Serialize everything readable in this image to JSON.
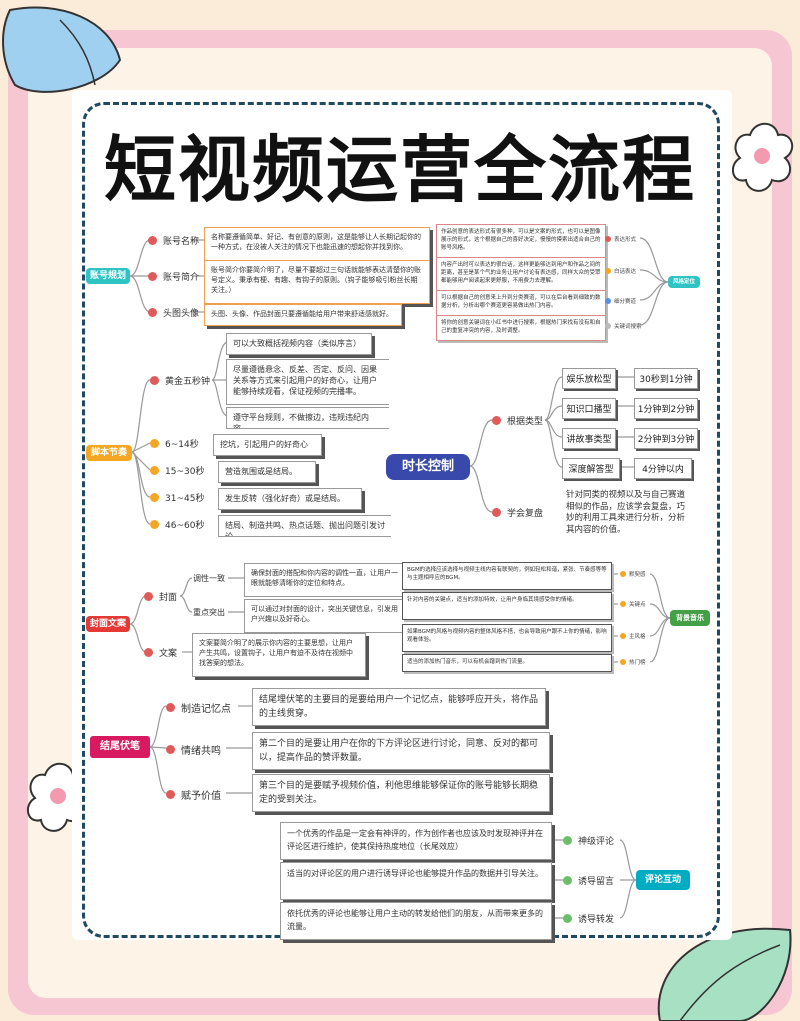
{
  "title": "短视频运营全流程",
  "colors": {
    "account": "#2ec4c4",
    "script": "#f5a623",
    "cover": "#e53935",
    "duration": "#3949ab",
    "ending": "#d81b60",
    "comment": "#00acc1",
    "bgm": "#43a047"
  },
  "account": {
    "hub": "账号规划",
    "items": [
      {
        "label": "账号名称",
        "text": "名称要遵循简单、好记、有创意的原则，这是能够让人长期记起你的一种方式，在没被人关注的情况下也能迅速的想起你并找到你。"
      },
      {
        "label": "账号简介",
        "text": "账号简介你要简介明了，尽量不要超过三句话就能够表达清楚你的账号定义。秉承有梗、有趣、有钩子的原则。（钩子能够吸引粉丝长期关注。）"
      },
      {
        "label": "头图头像",
        "text": "头图、头像、作品封面只要遵循能给用户带来舒适感就好。"
      }
    ]
  },
  "style": {
    "hub": "风格定位",
    "items": [
      {
        "label": "表达形式",
        "text": "作品创意的表达形式有很多种，可以是文案的形式，也可以是图像展示的形式，这个根据自己的喜好决定，慢慢的摸索出适合自己的账号风格。"
      },
      {
        "label": "白话表达",
        "text": "内容产出时可以表达的很白话，这样更能够达到用户和作品之间的距离，甚至是某个气的业务让用户讨论有表达感，同样大众的受眾都能够用户阅读起来更舒服，不用费力去理解。"
      },
      {
        "label": "细分赛道",
        "text": "可以根据自己的创意来上升到分类赛道，可以在后台看到细致的数据分析，分析出哪个赛道更容易做出热门内容。"
      },
      {
        "label": "关键词搜索",
        "text": "将你的创意关键词在小红书中进行搜索，根据热门来找有没有和自己的重复冲突的内容，及时调整。"
      }
    ]
  },
  "script": {
    "hub": "脚本节奏",
    "golden": {
      "label": "黄金五秒钟",
      "texts": [
        "可以大致概括视频内容（类似序言）",
        "尽量遵循悬念、反差、否定、反问、因果关系等方式来引起用户的好奇心，让用户能够持续观看，保证视频的完播率。",
        "遵守平台规则，不做擦边，违规违纪内容。"
      ]
    },
    "ranges": [
      {
        "label": "6~14秒",
        "text": "挖坑，引起用户的好奇心"
      },
      {
        "label": "15~30秒",
        "text": "营造氛围或是结局。"
      },
      {
        "label": "31~45秒",
        "text": "发生反转（强化好奇）或是结局。"
      },
      {
        "label": "46~60秒",
        "text": "结局、制造共鸣、热点话题、抛出问题引发讨论"
      }
    ]
  },
  "duration": {
    "hub": "时长控制",
    "by_type": {
      "label": "根据类型",
      "types": [
        {
          "label": "娱乐放松型",
          "range": "30秒到1分钟"
        },
        {
          "label": "知识口播型",
          "range": "1分钟到2分钟"
        },
        {
          "label": "讲故事类型",
          "range": "2分钟到3分钟"
        },
        {
          "label": "深度解答型",
          "range": "4分钟以内"
        }
      ]
    },
    "review": {
      "label": "学会复盘",
      "text": "针对同类的视频以及与自己赛道相似的作品，应该学会复盘，巧妙的利用工具来进行分析，分析其内容的价值。"
    }
  },
  "cover": {
    "hub": "封面文案",
    "cover_label": "封面",
    "cover_items": [
      {
        "label": "调性一致",
        "text": "确保封面的搭配和你内容的调性一直，让用户一眼就能够清晰你的定位和特点。"
      },
      {
        "label": "重点突出",
        "text": "可以通过对封面的设计，突出关键信息，引发用户兴趣以及好奇心。"
      }
    ],
    "copy_label": "文案",
    "copy_text": "文案要简介明了的展示你内容的主要思想，让用户产生共鸣，设置钩子，让用户有迫不及待在视频中找答案的想法。"
  },
  "bgm": {
    "hub": "背景音乐",
    "items": [
      {
        "label": "默契感",
        "text": "BGM的选择应该选择与视频主线内容有联契的，例如轻松和谐，紧张、节奏感等等与主题相呼应的BGM。"
      },
      {
        "label": "关键点",
        "text": "针对内容的关键点，适当的添加特效，让用户身临其境感受你的情绪。"
      },
      {
        "label": "主风格",
        "text": "如果BGM的风格与视频内容的整体风格不搭，也会导致用户跟不上你的情绪，影响观看体验。"
      },
      {
        "label": "热门榜",
        "text": "适当的添加热门音乐，可以有机会蹭到热门流量。"
      }
    ]
  },
  "ending": {
    "hub": "结尾伏笔",
    "items": [
      {
        "label": "制造记忆点",
        "text": "结尾埋伏笔的主要目的是要给用户一个记忆点，能够呼应开头，将作品的主线贯穿。"
      },
      {
        "label": "情绪共鸣",
        "text": "第二个目的是要让用户在你的下方评论区进行讨论，同意、反对的都可以，提高作品的赞评数量。"
      },
      {
        "label": "赋予价值",
        "text": "第三个目的是要赋予视频价值，利他思维能够保证你的账号能够长期稳定的受到关注。"
      }
    ]
  },
  "comment": {
    "hub": "评论互动",
    "items": [
      {
        "label": "神级评论",
        "text": "一个优秀的作品是一定会有神评的，作为创作者也应该及时发现神评并在评论区进行维护，使其保持热度地位（长尾效应）"
      },
      {
        "label": "诱导留言",
        "text": "适当的对评论区的用户进行诱导评论也能够提升作品的数据并引导关注。"
      },
      {
        "label": "诱导转发",
        "text": "依托优秀的评论也能够让用户主动的转发给他们的朋友，从而带来更多的流量。"
      }
    ]
  }
}
